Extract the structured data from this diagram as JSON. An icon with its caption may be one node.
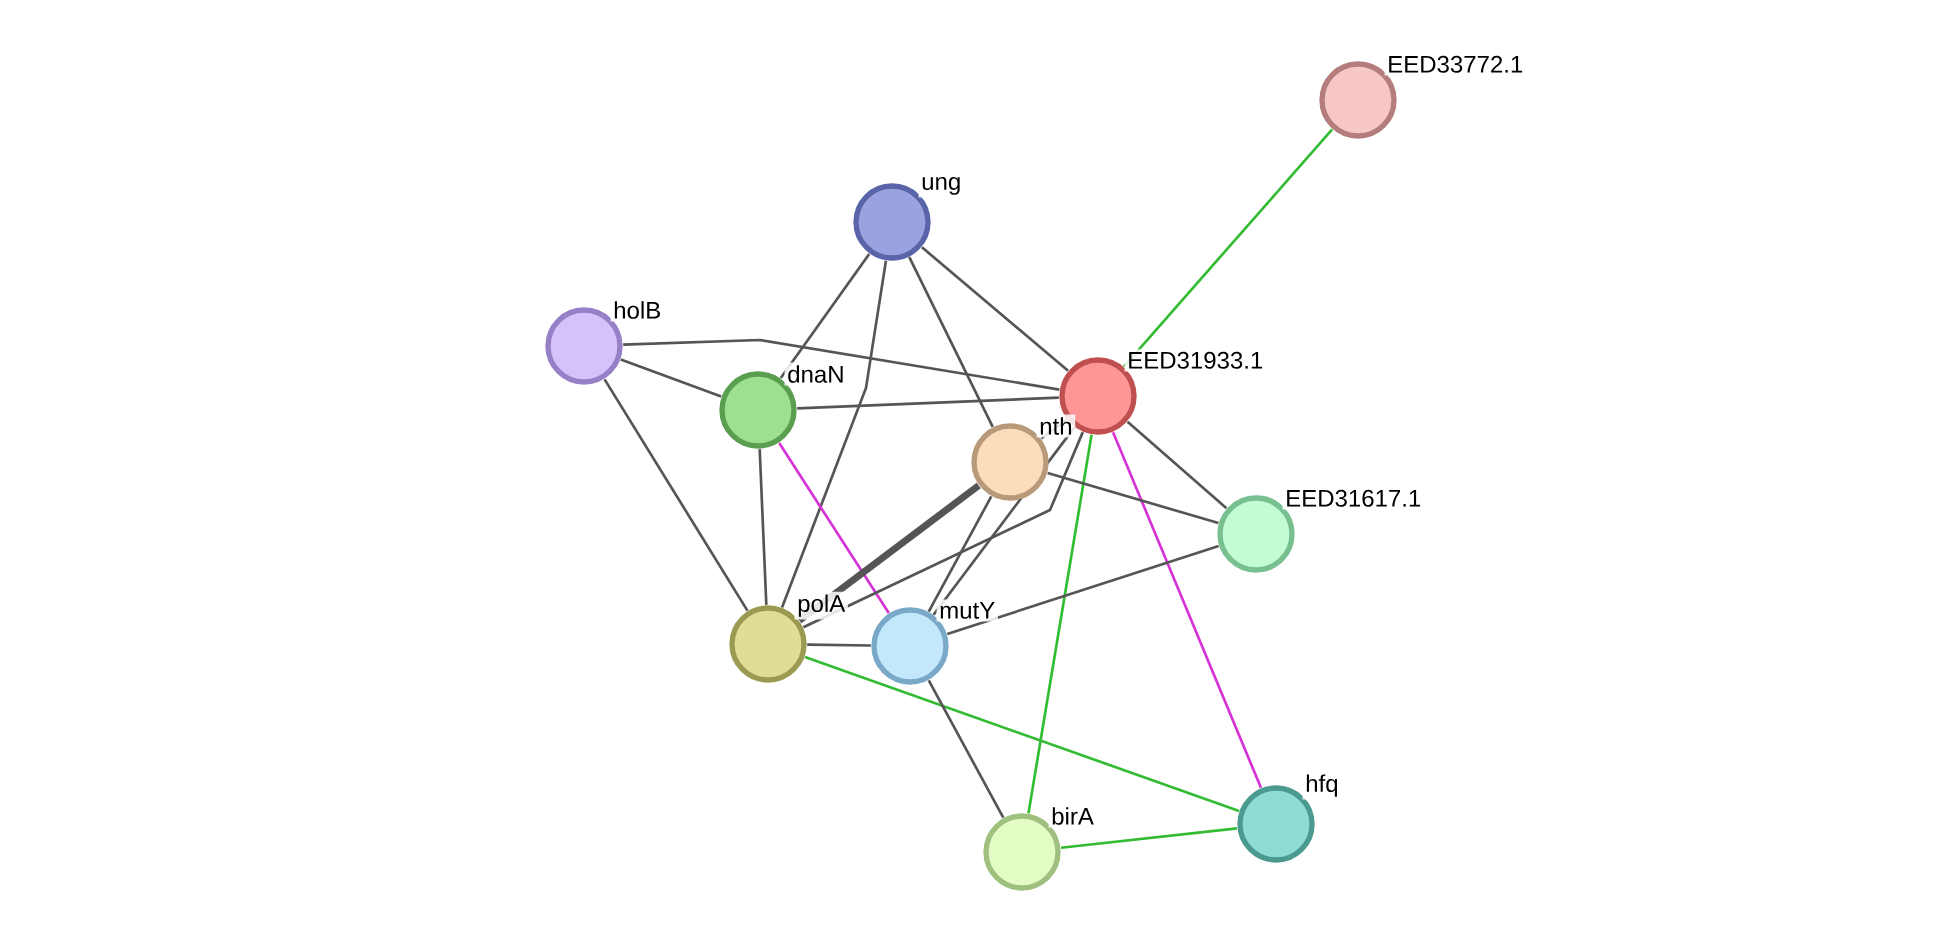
{
  "diagram": {
    "nodes": [
      {
        "text": [
          "EED33772.1"
        ]
      },
      {
        "text": [
          "ung"
        ]
      },
      {
        "text": [
          "holB"
        ]
      },
      {
        "text": [
          "EED31933.1"
        ]
      },
      {
        "text": [
          "dnaN"
        ]
      },
      {
        "text": [
          "nth"
        ]
      },
      {
        "text": [
          "EED31617.1"
        ]
      },
      {
        "text": [
          "polA"
        ]
      },
      {
        "text": [
          "mutY"
        ]
      },
      {
        "text": [
          "birA"
        ]
      },
      {
        "text": [
          "hfq"
        ]
      }
    ],
    "edges": [
      {
        "from": 0,
        "to": 3,
        "arrow": "none",
        "color": "#33bb33"
      },
      {
        "from": 1,
        "to": 3,
        "arrow": "none"
      },
      {
        "from": 1,
        "to": 4,
        "arrow": "none"
      },
      {
        "from": 1,
        "to": 5,
        "arrow": "none"
      },
      {
        "from": 1,
        "to": 7,
        "arrow": "none"
      },
      {
        "from": 2,
        "to": 3,
        "arrow": "none"
      },
      {
        "from": 2,
        "to": 4,
        "arrow": "none"
      },
      {
        "from": 2,
        "to": 7,
        "arrow": "none"
      },
      {
        "from": 4,
        "to": 3,
        "arrow": "none"
      },
      {
        "from": 4,
        "to": 7,
        "arrow": "none"
      },
      {
        "from": 4,
        "to": 8,
        "arrow": "none",
        "color": "#d633d6"
      },
      {
        "from": 3,
        "to": 5,
        "arrow": "none"
      },
      {
        "from": 3,
        "to": 6,
        "arrow": "none"
      },
      {
        "from": 3,
        "to": 7,
        "arrow": "none"
      },
      {
        "from": 3,
        "to": 8,
        "arrow": "none"
      },
      {
        "from": 3,
        "to": 9,
        "arrow": "none",
        "color": "#33bb33"
      },
      {
        "from": 3,
        "to": 10,
        "arrow": "none",
        "color": "#d633d6"
      },
      {
        "from": 5,
        "to": 6,
        "arrow": "none"
      },
      {
        "from": 5,
        "to": 7,
        "arrow": "none",
        "style": "thick"
      },
      {
        "from": 5,
        "to": 8,
        "arrow": "none"
      },
      {
        "from": 8,
        "to": 6,
        "arrow": "none"
      },
      {
        "from": 7,
        "to": 8,
        "arrow": "none"
      },
      {
        "from": 7,
        "to": 10,
        "arrow": "none",
        "color": "#33bb33"
      },
      {
        "from": 8,
        "to": 9,
        "arrow": "none"
      },
      {
        "from": 9,
        "to": 10,
        "arrow": "none",
        "color": "#33bb33"
      }
    ]
  }
}
